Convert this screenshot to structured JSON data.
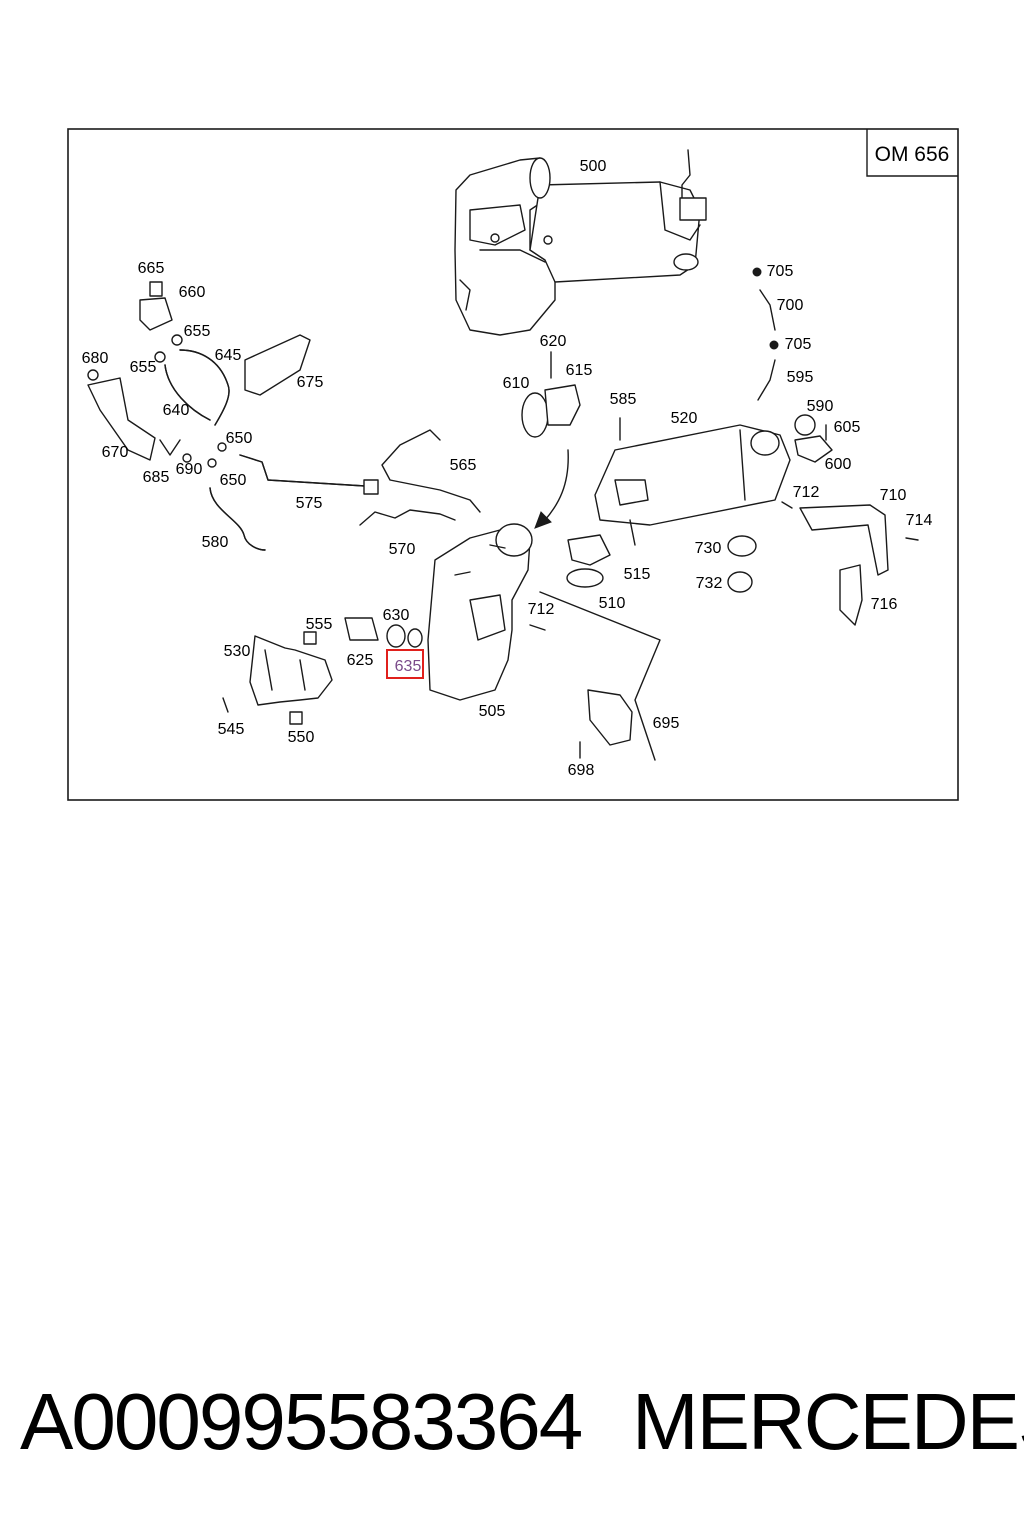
{
  "diagram": {
    "badge": "OM 656",
    "highlighted_label": "635",
    "highlight_color": "#e0201c",
    "labels": [
      "500",
      "665",
      "660",
      "655",
      "645",
      "680",
      "655",
      "675",
      "640",
      "650",
      "670",
      "685",
      "690",
      "650",
      "575",
      "580",
      "565",
      "570",
      "620",
      "610",
      "615",
      "585",
      "520",
      "705",
      "700",
      "705",
      "595",
      "590",
      "605",
      "600",
      "712",
      "710",
      "714",
      "716",
      "730",
      "732",
      "515",
      "510",
      "555",
      "630",
      "625",
      "530",
      "545",
      "550",
      "505",
      "712",
      "695",
      "698"
    ]
  },
  "footer": {
    "part_number": "A000995583364",
    "brand": "MERCEDES"
  }
}
